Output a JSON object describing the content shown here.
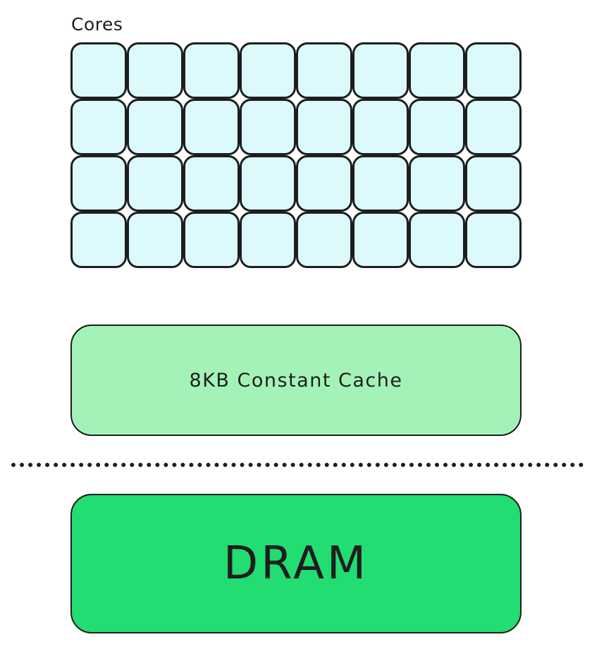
{
  "cores": {
    "label": "Cores",
    "rows": 4,
    "columns": 8,
    "fill": "#dcfafc"
  },
  "cache": {
    "label": "8KB Constant Cache",
    "fill": "#a3f3b8"
  },
  "dram": {
    "label": "DRAM",
    "fill": "#21dd72"
  },
  "stroke": "#1e1e1e"
}
